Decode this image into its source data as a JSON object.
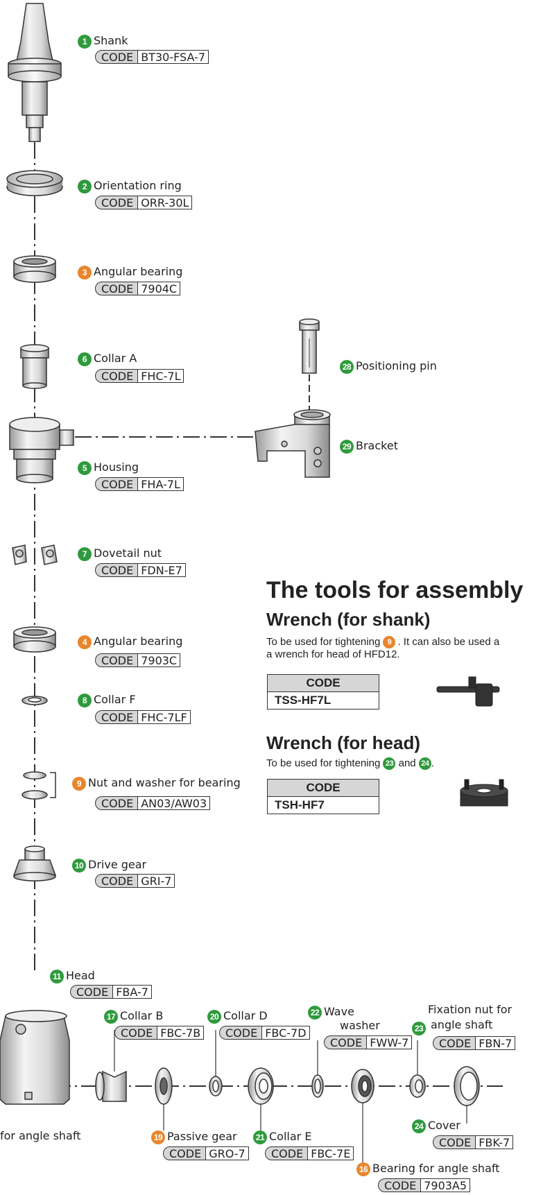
{
  "parts": [
    {
      "num": "1",
      "color": "green",
      "name": "Shank",
      "code_label": "CODE",
      "code": "BT30-FSA-7"
    },
    {
      "num": "2",
      "color": "green",
      "name": "Orientation ring",
      "code_label": "CODE",
      "code": "ORR-30L"
    },
    {
      "num": "3",
      "color": "orange",
      "name": "Angular bearing",
      "code_label": "CODE",
      "code": "7904C"
    },
    {
      "num": "6",
      "color": "green",
      "name": "Collar A",
      "code_label": "CODE",
      "code": "FHC-7L"
    },
    {
      "num": "28",
      "color": "green",
      "name": "Positioning pin"
    },
    {
      "num": "29",
      "color": "green",
      "name": "Bracket"
    },
    {
      "num": "5",
      "color": "green",
      "name": "Housing",
      "code_label": "CODE",
      "code": "FHA-7L"
    },
    {
      "num": "7",
      "color": "green",
      "name": "Dovetail nut",
      "code_label": "CODE",
      "code": "FDN-E7"
    },
    {
      "num": "4",
      "color": "orange",
      "name": "Angular bearing",
      "code_label": "CODE",
      "code": "7903C"
    },
    {
      "num": "8",
      "color": "green",
      "name": "Collar F",
      "code_label": "CODE",
      "code": "FHC-7LF"
    },
    {
      "num": "9",
      "color": "orange",
      "name": "Nut and washer for bearing",
      "code_label": "CODE",
      "code": "AN03/AW03"
    },
    {
      "num": "10",
      "color": "green",
      "name": "Drive gear",
      "code_label": "CODE",
      "code": "GRI-7"
    },
    {
      "num": "11",
      "color": "green",
      "name": "Head",
      "code_label": "CODE",
      "code": "FBA-7"
    },
    {
      "num": "17",
      "color": "green",
      "name": "Collar B",
      "code_label": "CODE",
      "code": "FBC-7B"
    },
    {
      "num": "20",
      "color": "green",
      "name": "Collar D",
      "code_label": "CODE",
      "code": "FBC-7D"
    },
    {
      "num": "22",
      "color": "green",
      "name_line1": "Wave",
      "name_line2": "washer",
      "code_label": "CODE",
      "code": "FWW-7"
    },
    {
      "num": "23",
      "color": "green",
      "name_line1": "Fixation nut for",
      "name_line2": "angle shaft",
      "code_label": "CODE",
      "code": "FBN-7"
    },
    {
      "num": "19",
      "color": "orange",
      "name": "Passive gear",
      "code_label": "CODE",
      "code": "GRO-7"
    },
    {
      "num": "21",
      "color": "green",
      "name": "Collar E",
      "code_label": "CODE",
      "code": "FBC-7E"
    },
    {
      "num": "24",
      "color": "green",
      "name": "Cover",
      "code_label": "CODE",
      "code": "FBK-7"
    },
    {
      "num": "16",
      "color": "orange",
      "name": "Bearing for angle shaft",
      "code_label": "CODE",
      "code": "7903A5"
    }
  ],
  "cut_label": "for angle shaft",
  "tools": {
    "title": "The tools for assembly",
    "shank_wrench": {
      "title": "Wrench (for shank)",
      "desc_pre": "To be used for tightening ",
      "desc_num": "9",
      "desc_post": ". It can also be used a",
      "desc_line2": "a wrench for head of HFD12.",
      "header": "CODE",
      "code": "TSS-HF7L"
    },
    "head_wrench": {
      "title": "Wrench (for head)",
      "desc_pre": "To be used for tightening ",
      "desc_num1": "23",
      "desc_mid": " and ",
      "desc_num2": "24",
      "desc_post": ".",
      "header": "CODE",
      "code": "TSH-HF7"
    }
  },
  "colors": {
    "green": "#2f9a3d",
    "orange": "#e8862d",
    "code_bg": "#d6d6d6",
    "line": "#333333"
  }
}
